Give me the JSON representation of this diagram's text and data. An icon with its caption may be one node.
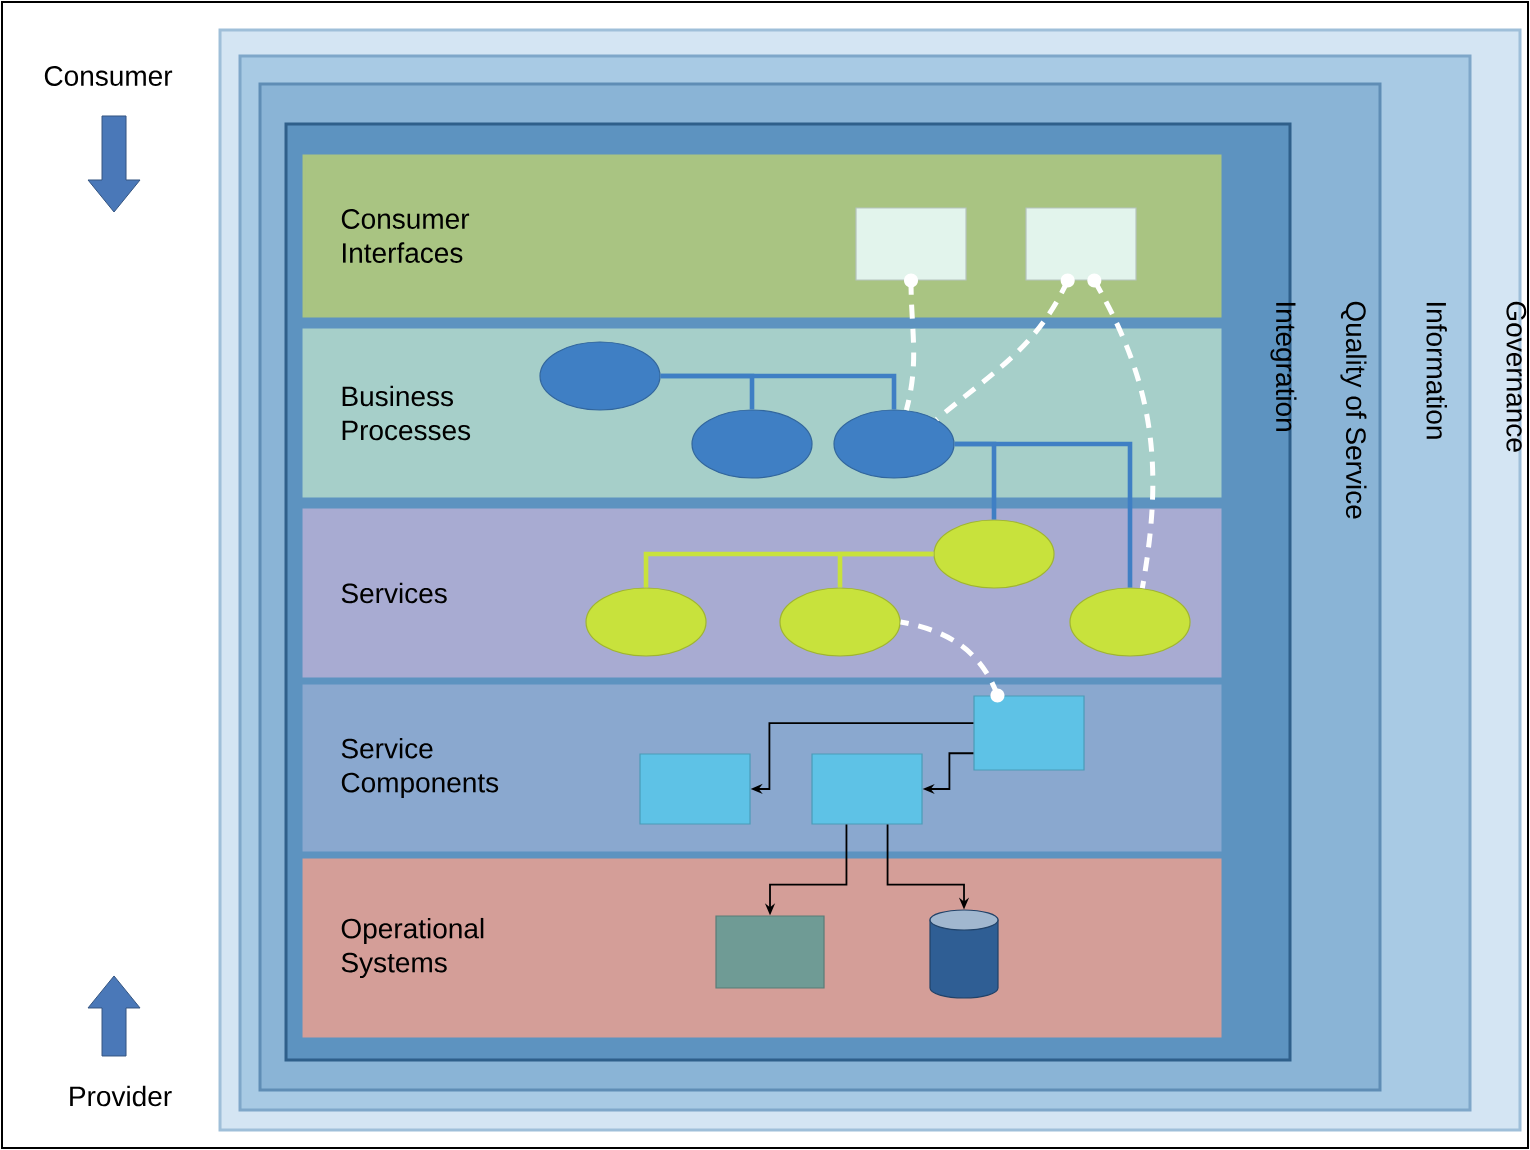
{
  "diagram": {
    "nodes": [
      {
        "text": [
          "Governance"
        ]
      },
      {
        "text": [
          "Information"
        ],
        "in": 0
      },
      {
        "text": [
          "Quality of Service"
        ],
        "in": 1
      },
      {
        "text": [
          "Integration"
        ],
        "in": 2
      },
      {
        "text": [
          "Consumer Interfaces"
        ],
        "in": 3
      },
      {
        "text": [
          "Business Processes"
        ],
        "in": 3
      },
      {
        "text": [
          "Services"
        ],
        "in": 3
      },
      {
        "text": [
          "Service Components"
        ],
        "in": 3
      },
      {
        "text": [
          "Operational Systems"
        ],
        "in": 3
      },
      {
        "text": [],
        "shape": "box",
        "in": 4
      },
      {
        "text": [],
        "shape": "box",
        "in": 4
      },
      {
        "text": [],
        "shape": "ellipse",
        "in": 5
      },
      {
        "text": [],
        "shape": "ellipse",
        "in": 5
      },
      {
        "text": [],
        "shape": "ellipse",
        "in": 5
      },
      {
        "text": [],
        "shape": "ellipse",
        "in": 6
      },
      {
        "text": [],
        "shape": "ellipse",
        "in": 6
      },
      {
        "text": [],
        "shape": "ellipse",
        "in": 6
      },
      {
        "text": [],
        "shape": "ellipse",
        "in": 6
      },
      {
        "text": [],
        "shape": "box",
        "in": 7
      },
      {
        "text": [],
        "shape": "box",
        "in": 7
      },
      {
        "text": [],
        "shape": "box",
        "in": 7
      },
      {
        "text": [],
        "shape": "box",
        "in": 8
      },
      {
        "text": [],
        "shape": "cylinder",
        "in": 8
      }
    ],
    "edges": [
      {
        "from": 11,
        "to": 12,
        "arrow": "none",
        "color": "#3f7fc4"
      },
      {
        "from": 11,
        "to": 13,
        "arrow": "none",
        "color": "#3f7fc4"
      },
      {
        "from": 13,
        "to": 14,
        "arrow": "none",
        "color": "#3f7fc4"
      },
      {
        "from": 13,
        "to": 17,
        "arrow": "none",
        "color": "#3f7fc4"
      },
      {
        "from": 14,
        "to": 15,
        "arrow": "none",
        "color": "#c8e23c"
      },
      {
        "from": 14,
        "to": 16,
        "arrow": "none",
        "color": "#c8e23c"
      },
      {
        "from": 9,
        "to": 13,
        "arrow": "other",
        "style": "dashed",
        "color": "#ffffff"
      },
      {
        "from": 10,
        "to": 13,
        "arrow": "other",
        "style": "dashed",
        "color": "#ffffff"
      },
      {
        "from": 10,
        "to": 17,
        "arrow": "other",
        "style": "dashed",
        "color": "#ffffff"
      },
      {
        "from": 18,
        "to": 16,
        "arrow": "other",
        "style": "dashed",
        "color": "#ffffff"
      },
      {
        "from": 18,
        "to": 19,
        "arrow": "to",
        "color": "#000000"
      },
      {
        "from": 18,
        "to": 20,
        "arrow": "to",
        "color": "#000000"
      },
      {
        "from": 20,
        "to": 21,
        "arrow": "to",
        "color": "#000000"
      },
      {
        "from": 20,
        "to": 22,
        "arrow": "to",
        "color": "#000000"
      }
    ],
    "labels": [
      "Consumer",
      "Provider"
    ]
  }
}
